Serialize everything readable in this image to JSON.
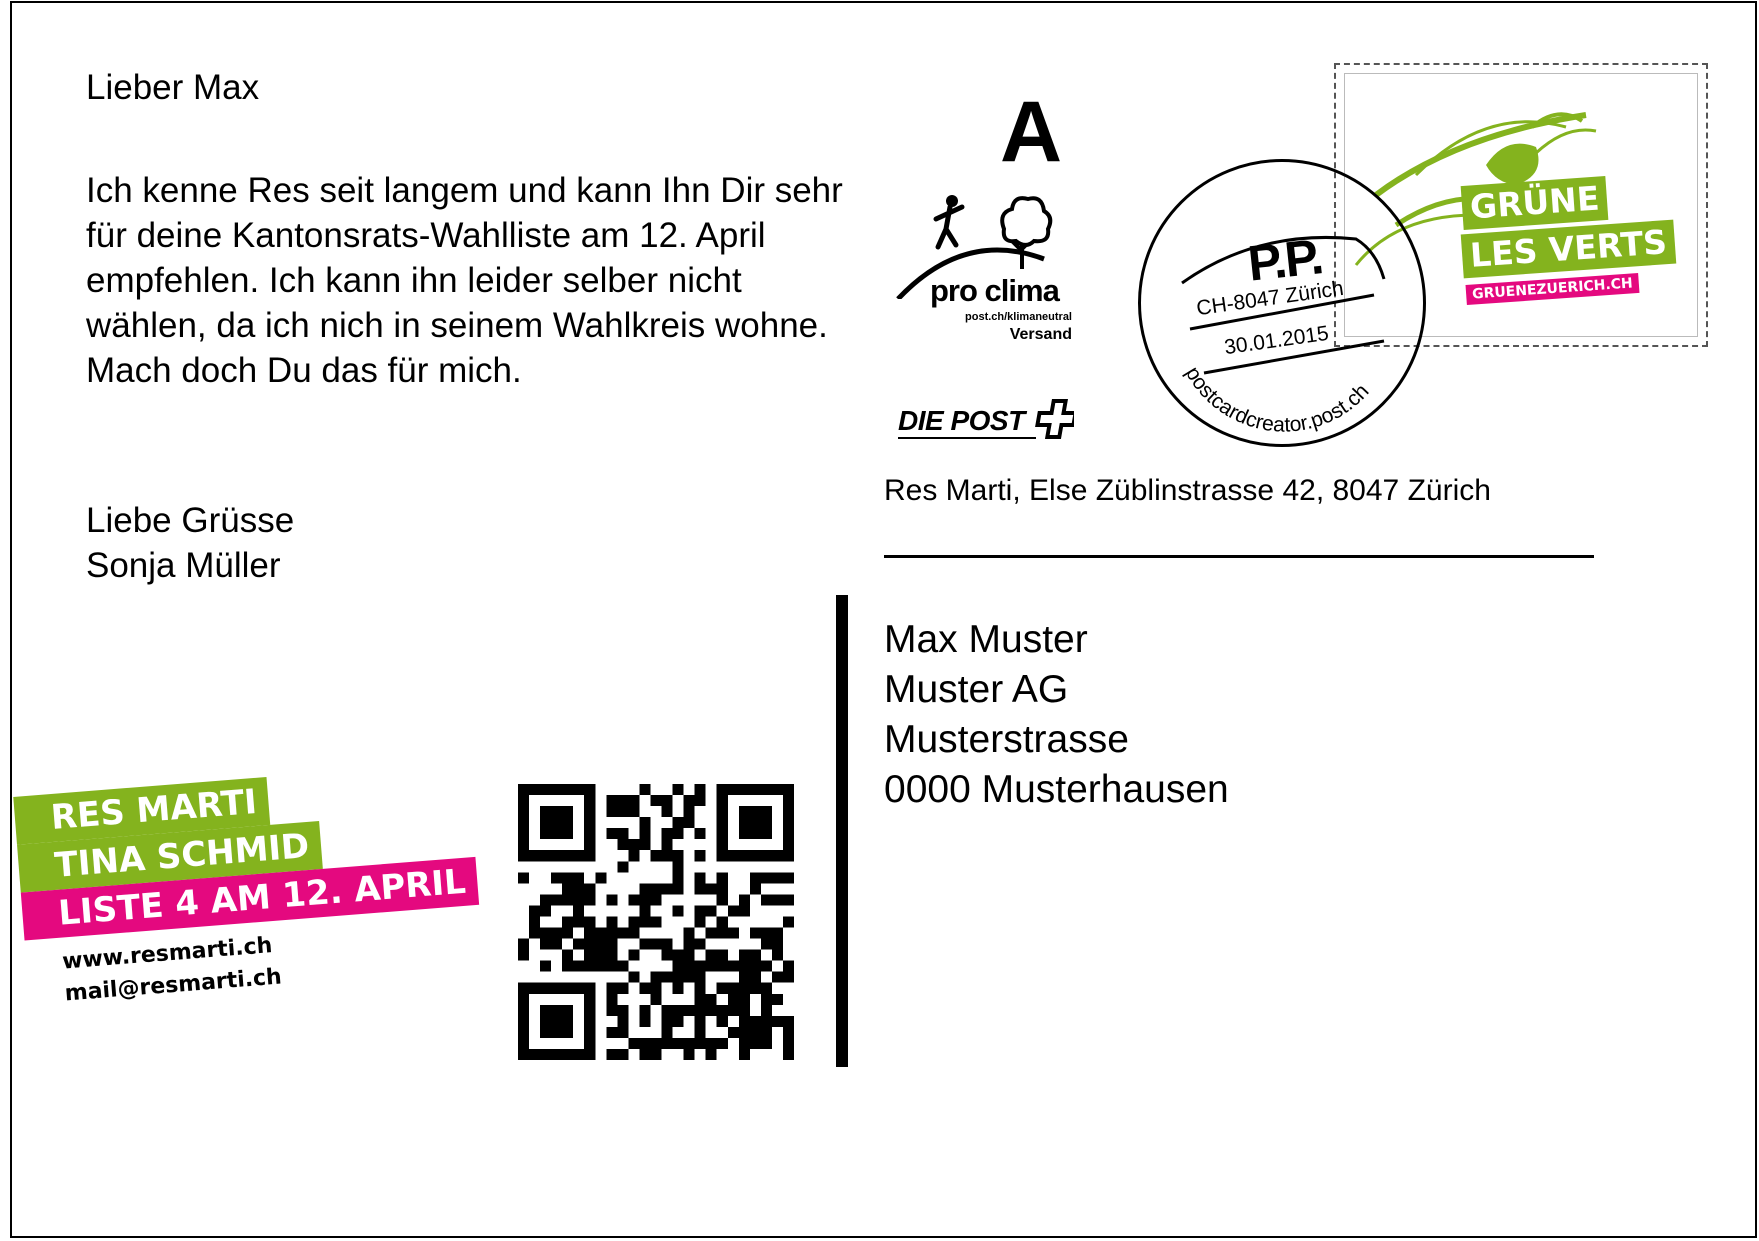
{
  "message": {
    "greeting": "Lieber Max",
    "body": "Ich kenne Res seit langem und kann Ihn Dir sehr für deine Kantonsrats-Wahlliste am 12. April empfehlen. Ich kann ihn leider selber nicht wählen, da ich nich in seinem Wahlkreis wohne. Mach doch Du das für mich.",
    "closing": "Liebe Grüsse",
    "signature": "Sonja Müller"
  },
  "campaign": {
    "line1": "RES MARTI",
    "line2": "TINA SCHMID",
    "line3": "LISTE 4 AM 12. APRIL",
    "website": "www.resmarti.ch",
    "email": "mail@resmarti.ch",
    "green": "#84b31e",
    "magenta": "#e4097f"
  },
  "postage": {
    "class_letter": "A",
    "pro_clima": {
      "name": "pro clima",
      "url": "post.ch/klimaneutral",
      "label": "Versand"
    },
    "die_post": "DIE POST",
    "postmark": {
      "pp": "P.P.",
      "location": "CH-8047 Zürich",
      "date": "30.01.2015",
      "arc_text": "postcardcreator.post.ch"
    },
    "stamp": {
      "line1": "GRÜNE",
      "line2": "LES VERTS",
      "url": "GRUENEZUERICH.CH"
    }
  },
  "sender": "Res Marti, Else Züblinstrasse 42, 8047 Zürich",
  "recipient": {
    "name": "Max Muster",
    "company": "Muster AG",
    "street": "Musterstrasse",
    "city": "0000 Musterhausen"
  }
}
